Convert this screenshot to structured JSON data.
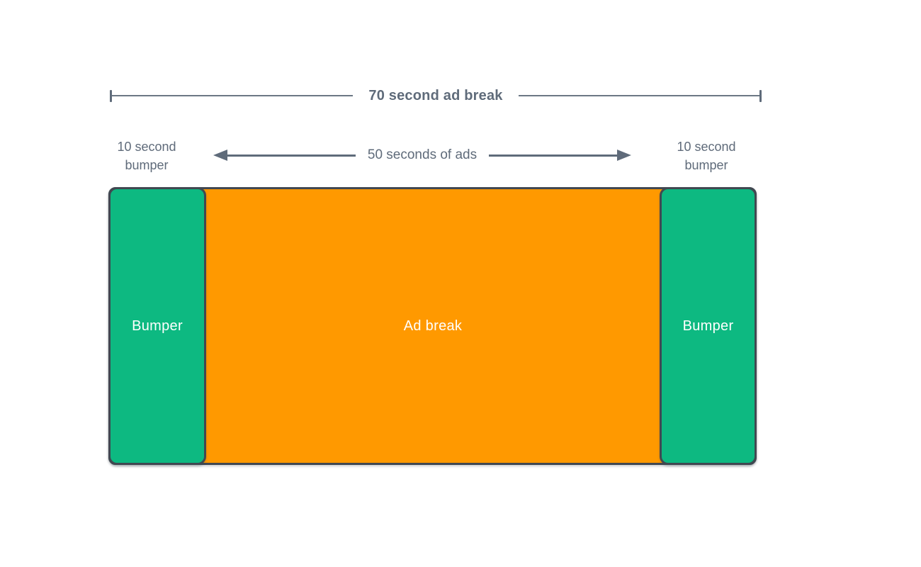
{
  "colors": {
    "bumper_green": "#0db981",
    "ad_orange": "#ff9900",
    "outline": "#414851",
    "annotation": "#5f6b7a",
    "background": "#ffffff"
  },
  "bracket": {
    "label": "70 second ad break"
  },
  "annotations": {
    "left_bumper": {
      "line1": "10 second",
      "line2": "bumper"
    },
    "ads_span": {
      "label": "50 seconds of ads"
    },
    "right_bumper": {
      "line1": "10 second",
      "line2": "bumper"
    }
  },
  "timeline": {
    "left_bumper_label": "Bumper",
    "ad_break_label": "Ad break",
    "right_bumper_label": "Bumper"
  }
}
